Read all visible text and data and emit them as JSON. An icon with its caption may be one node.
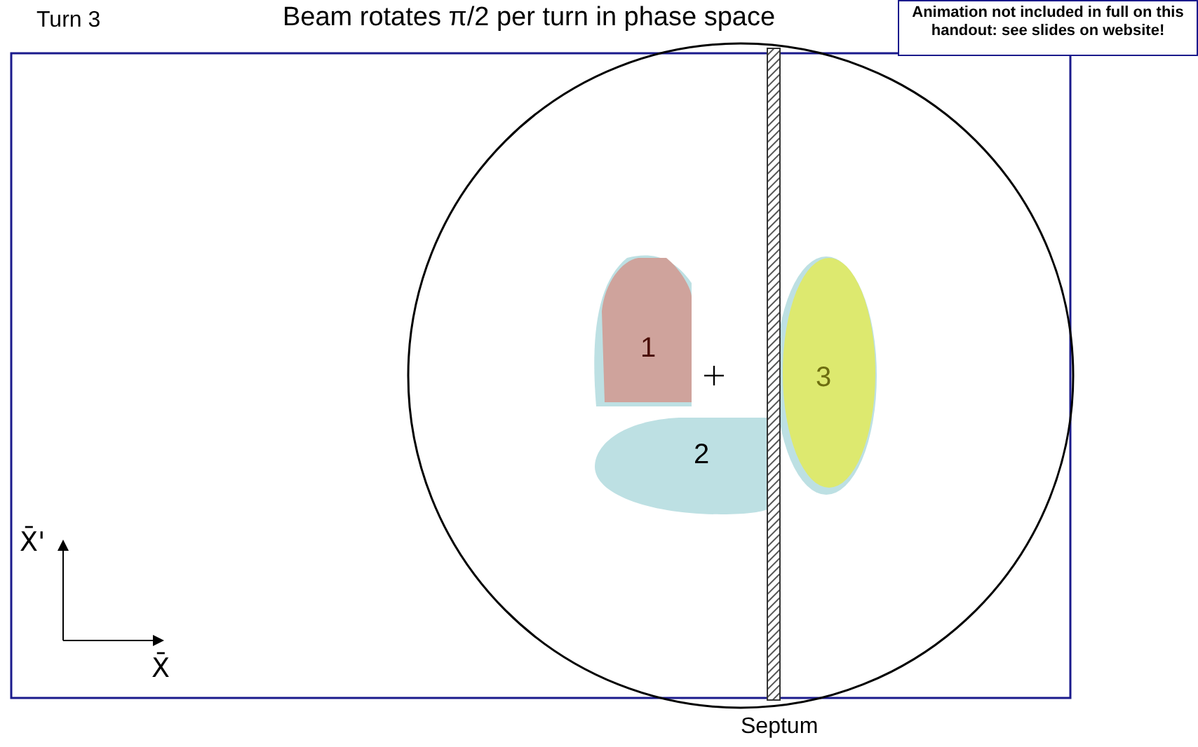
{
  "diagram": {
    "title": "Beam rotates π/2 per turn in phase space",
    "nodes": [
      {
        "text": [
          "1"
        ]
      },
      {
        "text": [
          "2"
        ]
      },
      {
        "text": [
          "3"
        ]
      },
      {
        "text": [
          "Animation not included in full on this handout: see slides on website!"
        ]
      }
    ],
    "edges": [],
    "labels": [
      "Turn 3",
      "X̄'",
      "X̄",
      "Septum"
    ]
  }
}
